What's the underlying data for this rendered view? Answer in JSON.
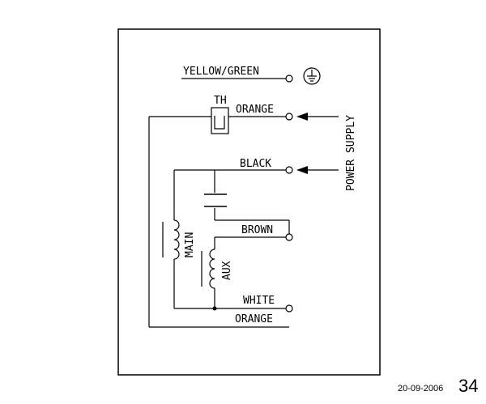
{
  "labels": {
    "yellow_green": "YELLOW/GREEN",
    "th": "TH",
    "orange_top": "ORANGE",
    "black": "BLACK",
    "brown": "BROWN",
    "main": "MAIN",
    "aux": "AUX",
    "white": "WHITE",
    "orange_bottom": "ORANGE",
    "power_supply": "POWER SUPPLY"
  },
  "footer": {
    "date": "20-09-2006",
    "page": "34"
  },
  "icons": {
    "earth": "earth-ground-symbol"
  }
}
